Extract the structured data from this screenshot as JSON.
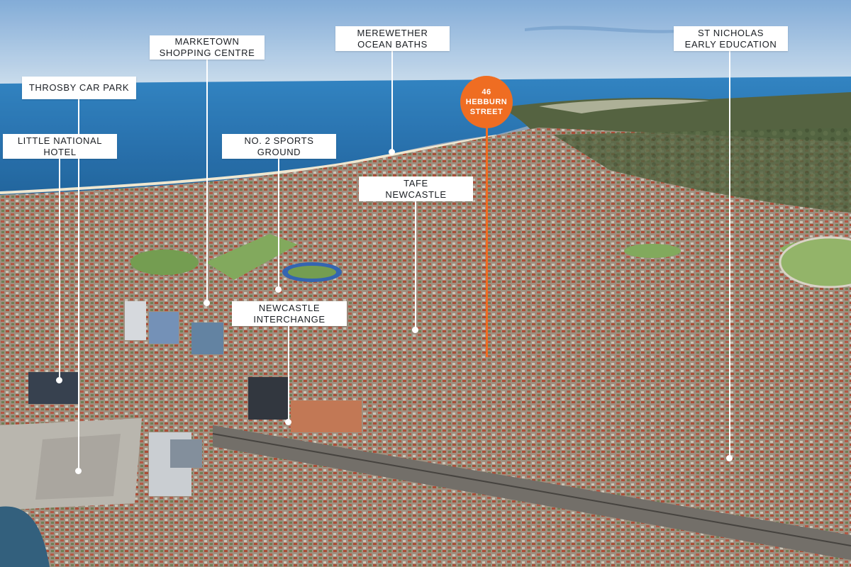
{
  "colors": {
    "accent": "#ef6d22",
    "label_bg": "#ffffff",
    "label_text": "#1b1f24",
    "sky": "#a9c6e2",
    "ocean": "#1f6fae"
  },
  "labels": [
    {
      "id": "throsby",
      "lines": [
        "THROSBY CAR PARK"
      ]
    },
    {
      "id": "marketown",
      "lines": [
        "MARKETOWN",
        "SHOPPING CENTRE"
      ]
    },
    {
      "id": "merewether",
      "lines": [
        "MEREWETHER",
        "OCEAN BATHS"
      ]
    },
    {
      "id": "stnicholas",
      "lines": [
        "ST NICHOLAS",
        "EARLY EDUCATION"
      ]
    },
    {
      "id": "littlenational",
      "lines": [
        "LITTLE NATIONAL",
        "HOTEL"
      ]
    },
    {
      "id": "sports",
      "lines": [
        "NO. 2 SPORTS",
        "GROUND"
      ]
    },
    {
      "id": "tafe",
      "lines": [
        "TAFE",
        "NEWCASTLE"
      ]
    },
    {
      "id": "interchange",
      "lines": [
        "NEWCASTLE",
        "INTERCHANGE"
      ]
    }
  ],
  "site": {
    "lines": [
      "46",
      "HEBBURN",
      "STREET"
    ]
  }
}
